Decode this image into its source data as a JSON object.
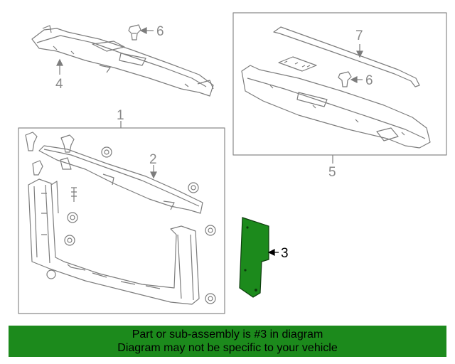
{
  "callouts": {
    "c1": "1",
    "c2": "2",
    "c3": "3",
    "c4": "4",
    "c5": "5",
    "c6a": "6",
    "c6b": "6",
    "c7": "7"
  },
  "banner": {
    "line1": "Part or sub-assembly is #3 in diagram",
    "line2": "Diagram may not be specific to your vehicle"
  },
  "colors": {
    "highlight": "#1c8a1c",
    "outline": "#7d7d7d"
  }
}
